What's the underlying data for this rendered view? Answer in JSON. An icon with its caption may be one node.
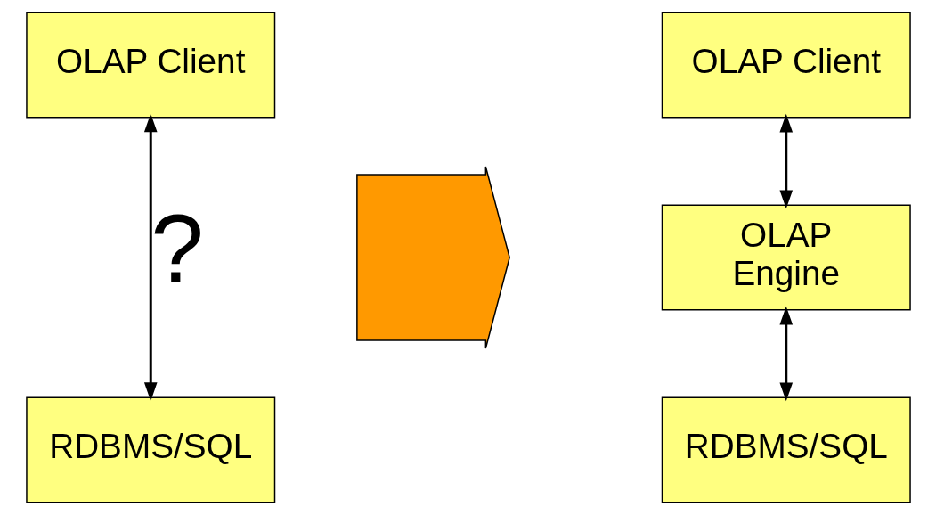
{
  "diagram": {
    "nodes": [
      {
        "text": [
          "OLAP Client"
        ]
      },
      {
        "text": [
          "RDBMS/SQL"
        ]
      },
      {
        "text": [],
        "shape": "arrow"
      },
      {
        "text": [
          "OLAP Client"
        ]
      },
      {
        "text": [
          "OLAP Engine"
        ]
      },
      {
        "text": [
          "RDBMS/SQL"
        ]
      }
    ],
    "edges": [
      {
        "from": 0,
        "to": 1,
        "arrow": "both",
        "label": "?"
      },
      {
        "from": 3,
        "to": 4,
        "arrow": "both"
      },
      {
        "from": 4,
        "to": 5,
        "arrow": "both"
      }
    ]
  }
}
